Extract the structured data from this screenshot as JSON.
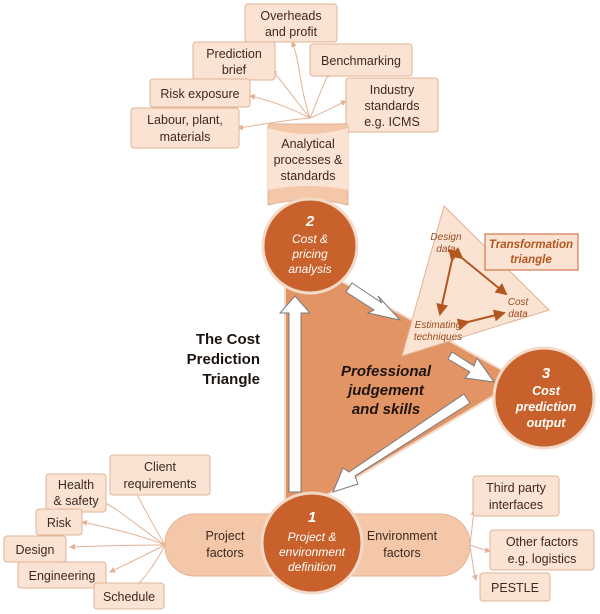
{
  "title": [
    "The Cost",
    "Prediction",
    "Triangle"
  ],
  "center": [
    "Professional",
    "judgement",
    "and skills"
  ],
  "nodes": {
    "n1": {
      "num": "1",
      "lines": [
        "Project &",
        "environment",
        "definition"
      ]
    },
    "n2": {
      "num": "2",
      "lines": [
        "Cost &",
        "pricing",
        "analysis"
      ]
    },
    "n3": {
      "num": "3",
      "lines": [
        "Cost",
        "prediction",
        "output"
      ]
    }
  },
  "analytical": [
    "Analytical",
    "processes &",
    "standards"
  ],
  "top_boxes": {
    "overheads": [
      "Overheads",
      "and profit"
    ],
    "prediction_brief": [
      "Prediction",
      "brief"
    ],
    "benchmarking": [
      "Benchmarking"
    ],
    "risk_exposure": [
      "Risk exposure"
    ],
    "industry": [
      "Industry",
      "standards",
      "e.g. ICMS"
    ],
    "labour": [
      "Labour, plant,",
      "materials"
    ]
  },
  "transformation": {
    "label": [
      "Transformation",
      "triangle"
    ],
    "design": [
      "Design",
      "data"
    ],
    "cost": [
      "Cost",
      "data"
    ],
    "estimating": [
      "Estimating",
      "techniques"
    ]
  },
  "project_factors": [
    "Project",
    "factors"
  ],
  "environment_factors": [
    "Environment",
    "factors"
  ],
  "left_boxes": {
    "client": [
      "Client",
      "requirements"
    ],
    "health": [
      "Health",
      "& safety"
    ],
    "risk": [
      "Risk"
    ],
    "design": [
      "Design"
    ],
    "engineering": [
      "Engineering"
    ],
    "schedule": [
      "Schedule"
    ]
  },
  "right_boxes": {
    "third_party": [
      "Third party",
      "interfaces"
    ],
    "other": [
      "Other factors",
      "e.g. logistics"
    ],
    "pestle": [
      "PESTLE"
    ]
  },
  "colors": {
    "accent": "#c8612b",
    "light": "#fbe3d3",
    "triangle": "#e29465",
    "border": "#e2b396"
  }
}
